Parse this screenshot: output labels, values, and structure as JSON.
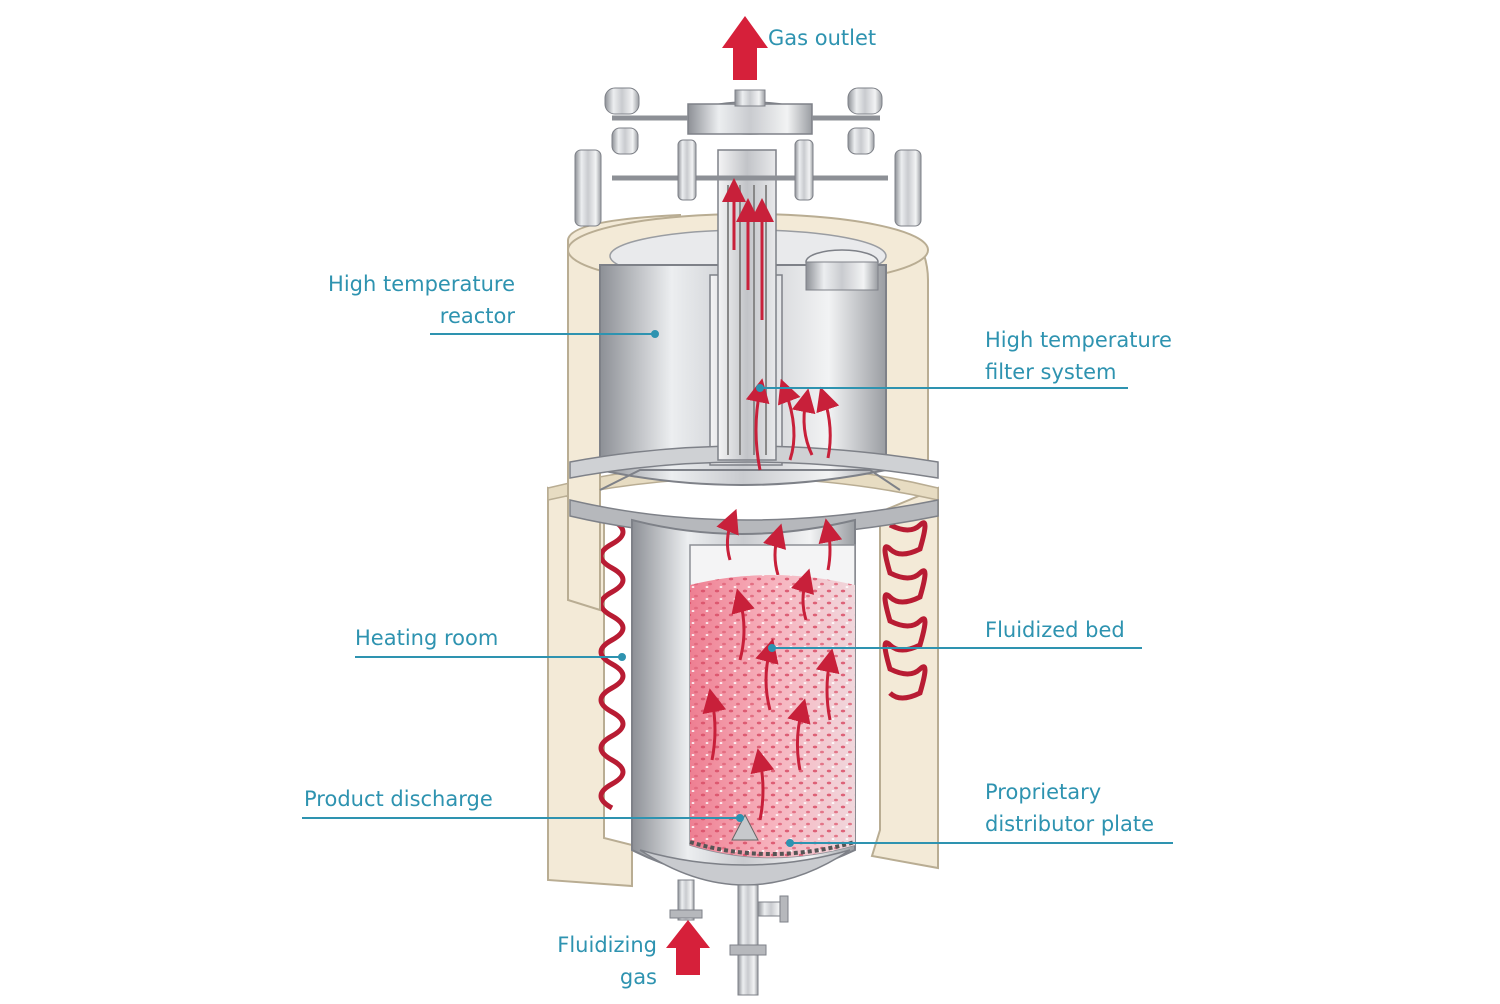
{
  "labels": {
    "gas_outlet": "Gas outlet",
    "reactor_line1": "High temperature",
    "reactor_line2": "reactor",
    "filter_line1": "High temperature",
    "filter_line2": "filter system",
    "heating_room": "Heating room",
    "fluidized_bed": "Fluidized bed",
    "product_discharge": "Product discharge",
    "distributor_line1": "Proprietary",
    "distributor_line2": "distributor plate",
    "fluidizing_line1": "Fluidizing",
    "fluidizing_line2": "gas"
  },
  "colors": {
    "label": "#2e93b0",
    "arrow": "#d6203a",
    "insulation": "#f3ead7",
    "steel": "#d9dadd",
    "bed": "#f08a9a"
  }
}
